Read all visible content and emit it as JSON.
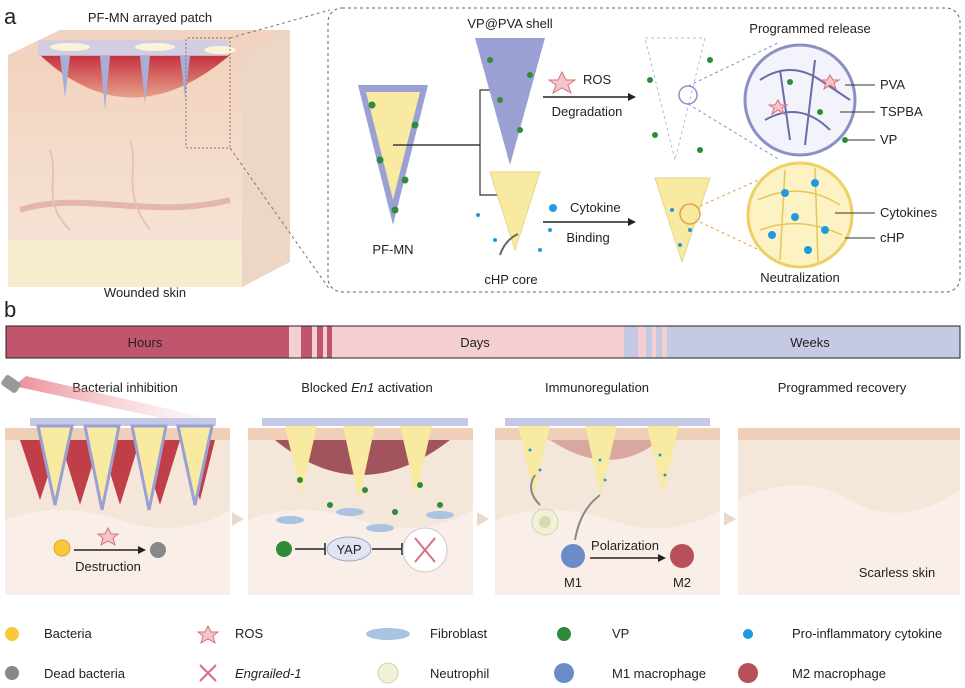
{
  "panel_a": {
    "letter": "a",
    "patch_title": "PF-MN arrayed patch",
    "skin_label": "Wounded skin",
    "mn_label": "PF-MN",
    "shell_label": "VP@PVA shell",
    "core_label": "cHP core",
    "ros_label": "ROS",
    "degradation_label": "Degradation",
    "cytokine_label": "Cytokine",
    "binding_label": "Binding",
    "release_title": "Programmed release",
    "neutralization_title": "Neutralization",
    "pva_label": "PVA",
    "tspba_label": "TSPBA",
    "vp_label": "VP",
    "cytokines_label": "Cytokines",
    "chp_label": "cHP"
  },
  "panel_b": {
    "letter": "b",
    "timeline": {
      "hours": "Hours",
      "days": "Days",
      "weeks": "Weeks"
    },
    "stage1": {
      "title": "Bacterial inhibition",
      "destruction": "Destruction"
    },
    "stage2": {
      "title_pre": "Blocked ",
      "title_em": "En1",
      "title_post": " activation",
      "yap": "YAP"
    },
    "stage3": {
      "title": "Immunoregulation",
      "polarization": "Polarization",
      "m1": "M1",
      "m2": "M2"
    },
    "stage4": {
      "title": "Programmed recovery",
      "scarless": "Scarless skin"
    }
  },
  "legend": [
    {
      "icon": "bacteria-icon",
      "label": "Bacteria"
    },
    {
      "icon": "ros-icon",
      "label": "ROS"
    },
    {
      "icon": "fibroblast-icon",
      "label": "Fibroblast"
    },
    {
      "icon": "vp-icon",
      "label": "VP"
    },
    {
      "icon": "cytokine-icon",
      "label": "Pro-inflammatory cytokine"
    },
    {
      "icon": "dead-bacteria-icon",
      "label": "Dead bacteria"
    },
    {
      "icon": "engrailed-icon",
      "label": "Engrailed-1"
    },
    {
      "icon": "neutrophil-icon",
      "label": "Neutrophil"
    },
    {
      "icon": "m1-icon",
      "label": "M1 macrophage"
    },
    {
      "icon": "m2-icon",
      "label": "M2 macrophage"
    }
  ],
  "colors": {
    "hours": "#c0566e",
    "days": "#f3cfd2",
    "weeks": "#c6c9e3",
    "vp": "#2f8a3a",
    "cytokine": "#1e9be0",
    "shell": "#9aa0d4",
    "core": "#f8eaa0"
  }
}
